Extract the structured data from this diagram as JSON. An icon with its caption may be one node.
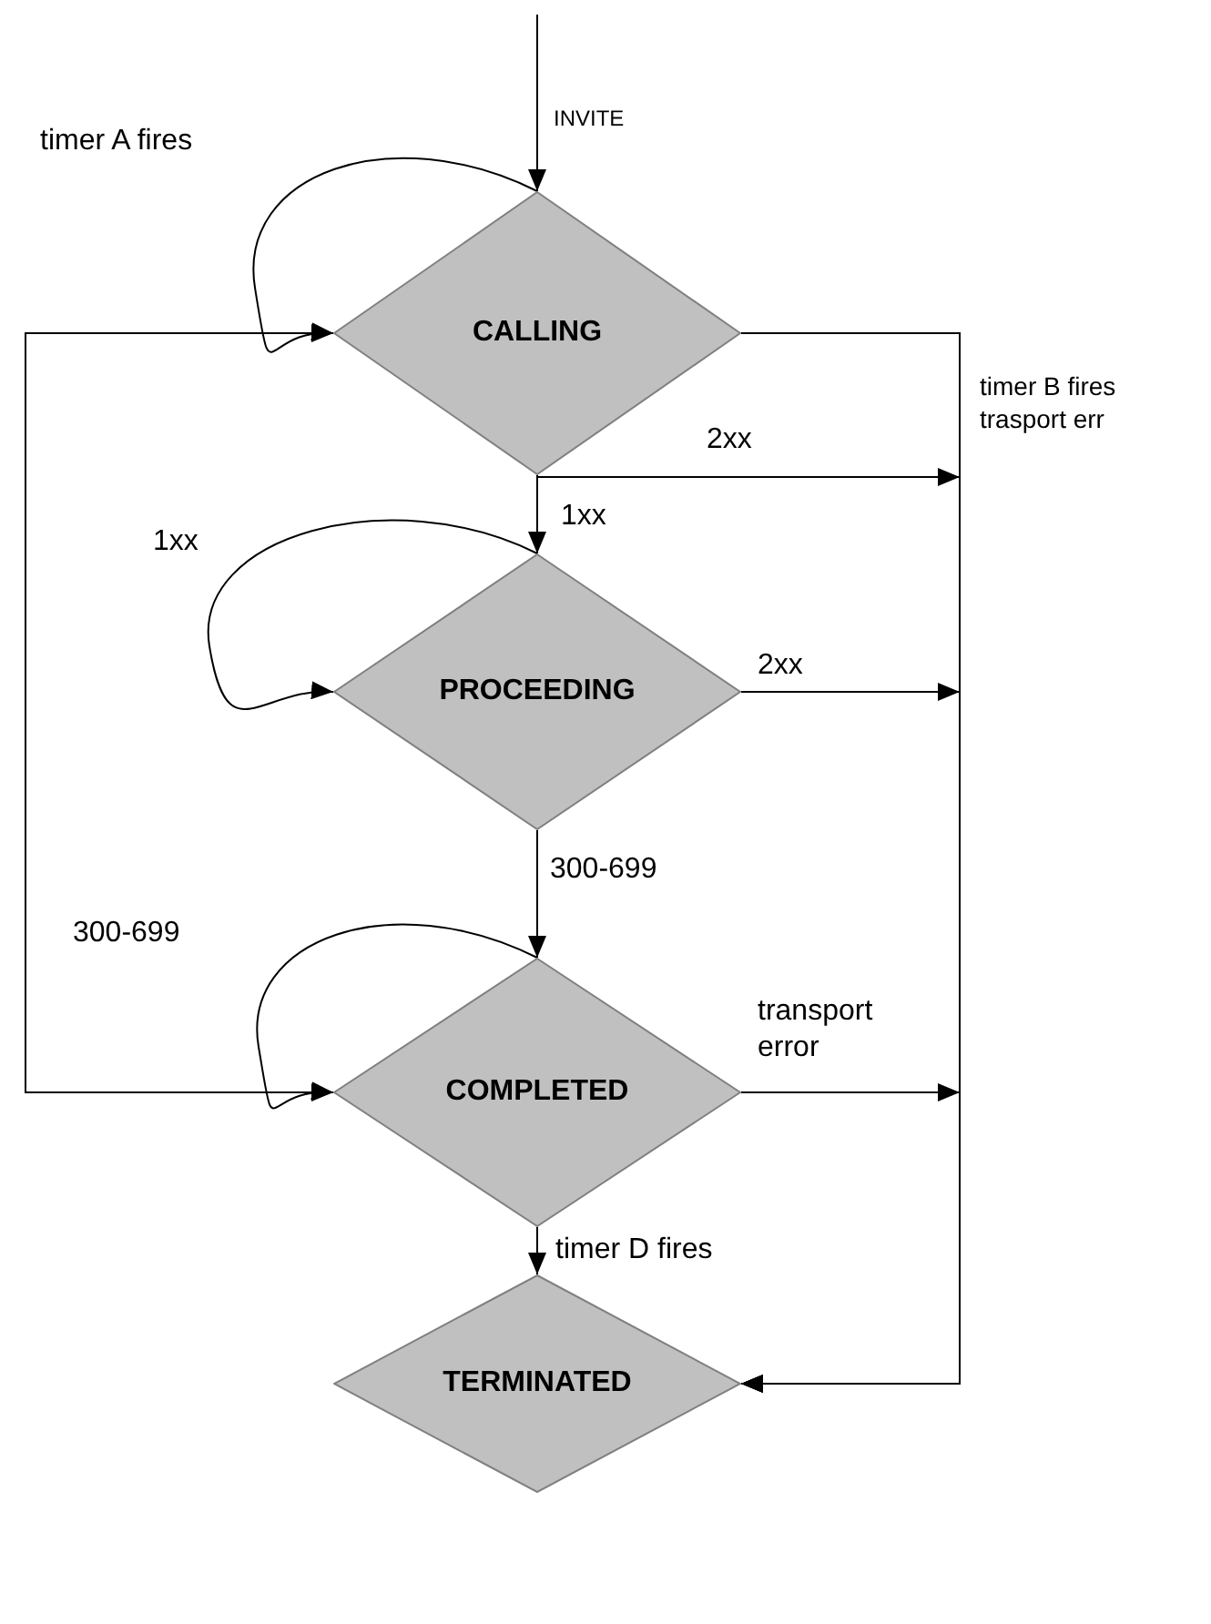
{
  "diagram": {
    "nodes": [
      {
        "text": [
          "CALLING"
        ]
      },
      {
        "text": [
          "PROCEEDING"
        ]
      },
      {
        "text": [
          "COMPLETED"
        ]
      },
      {
        "text": [
          "TERMINATED"
        ]
      }
    ],
    "edges": [
      {
        "from": null,
        "to": 0,
        "arrow": "to",
        "label": "INVITE"
      },
      {
        "from": 0,
        "to": 0,
        "arrow": "to",
        "label": "timer A fires"
      },
      {
        "from": 0,
        "to": 1,
        "arrow": "to",
        "label": "1xx"
      },
      {
        "from": 0,
        "to": 3,
        "arrow": "to",
        "label": "2xx"
      },
      {
        "from": 0,
        "to": 3,
        "arrow": "to",
        "label": "timer B fires trasport err"
      },
      {
        "from": 1,
        "to": 1,
        "arrow": "to",
        "label": "1xx"
      },
      {
        "from": 1,
        "to": 3,
        "arrow": "to",
        "label": "2xx"
      },
      {
        "from": 1,
        "to": 2,
        "arrow": "to",
        "label": "300-699"
      },
      {
        "from": 2,
        "to": 2,
        "arrow": "to",
        "label": "300-699"
      },
      {
        "from": 0,
        "to": 2,
        "arrow": "both"
      },
      {
        "from": 2,
        "to": 3,
        "arrow": "to",
        "label": "transport error"
      },
      {
        "from": 2,
        "to": 3,
        "arrow": "to",
        "label": "timer D fires"
      }
    ]
  }
}
